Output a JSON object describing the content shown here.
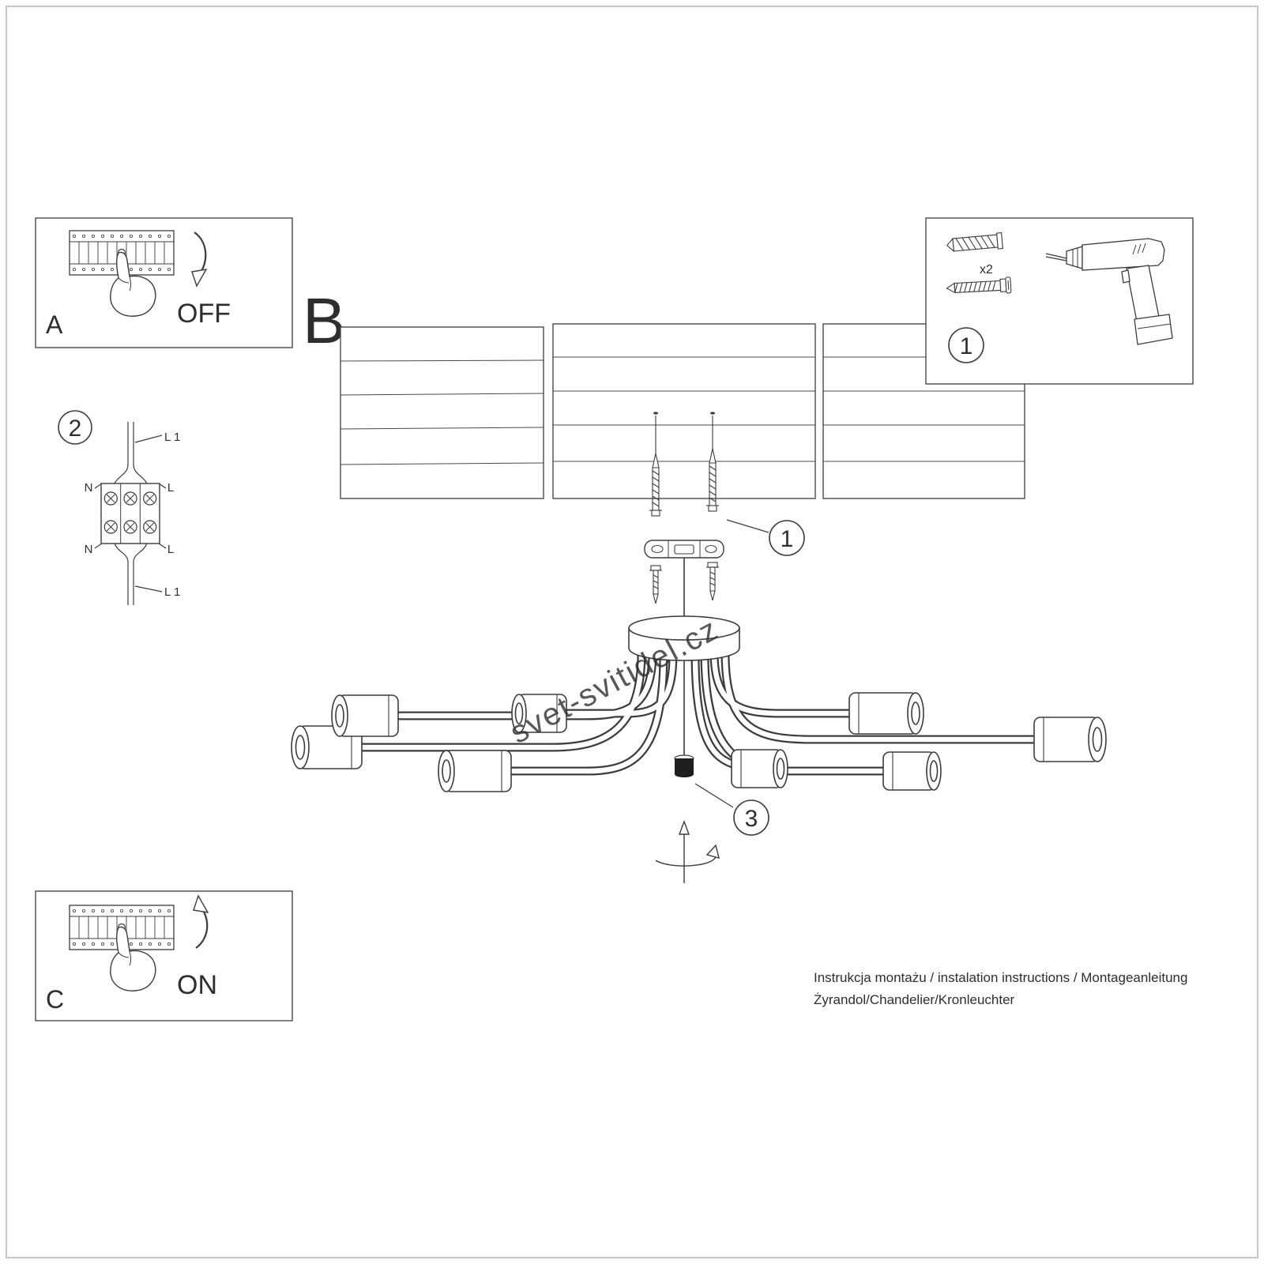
{
  "colors": {
    "line": "#3c3c3c",
    "border": "#c6c6c6",
    "watermark": "#9d9d9d"
  },
  "panel_a": {
    "label": "A",
    "state": "OFF"
  },
  "panel_c": {
    "label": "C",
    "state": "ON"
  },
  "section_b": {
    "label": "B"
  },
  "badges": {
    "hardware": "1",
    "mount": "1",
    "wiring": "2",
    "knob": "3"
  },
  "hardware": {
    "qty": "x2"
  },
  "wiring": {
    "l1_top": "L 1",
    "n_top": "N",
    "l_top": "L",
    "n_bottom": "N",
    "l_bottom": "L",
    "l1_bottom": "L 1"
  },
  "watermark": {
    "text": "svet-svitidel.cz"
  },
  "footer": {
    "line1": "Instrukcja montażu / instalation instructions / Montageanleitung",
    "line2": "Żyrandol/Chandelier/Kronleuchter"
  }
}
